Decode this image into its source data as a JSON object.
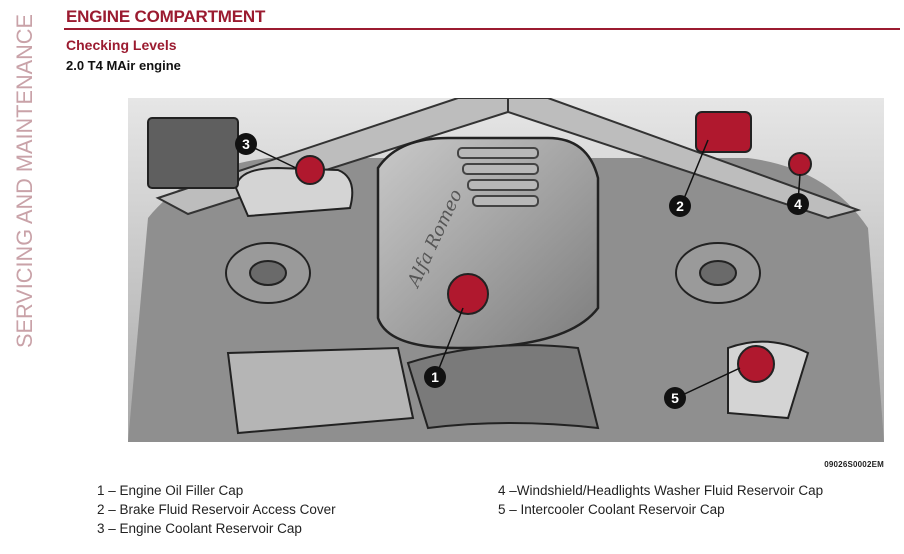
{
  "sidebar": {
    "label": "SERVICING AND MAINTENANCE"
  },
  "header": {
    "title": "ENGINE COMPARTMENT",
    "subheading": "Checking Levels",
    "engine": "2.0 T4 MAir engine"
  },
  "figure": {
    "id": "09026S0002EM",
    "emblem_text": "Alfa Romeo",
    "callouts": [
      "1",
      "2",
      "3",
      "4",
      "5"
    ],
    "colors": {
      "highlight": "#b0182e",
      "brand": "#9b1b30"
    }
  },
  "legend": {
    "left": [
      "1 – Engine Oil Filler Cap",
      "2 – Brake Fluid Reservoir Access Cover",
      "3 – Engine Coolant Reservoir Cap"
    ],
    "right": [
      "4 –Windshield/Headlights Washer Fluid Reservoir Cap",
      "5 – Intercooler Coolant Reservoir Cap"
    ]
  }
}
